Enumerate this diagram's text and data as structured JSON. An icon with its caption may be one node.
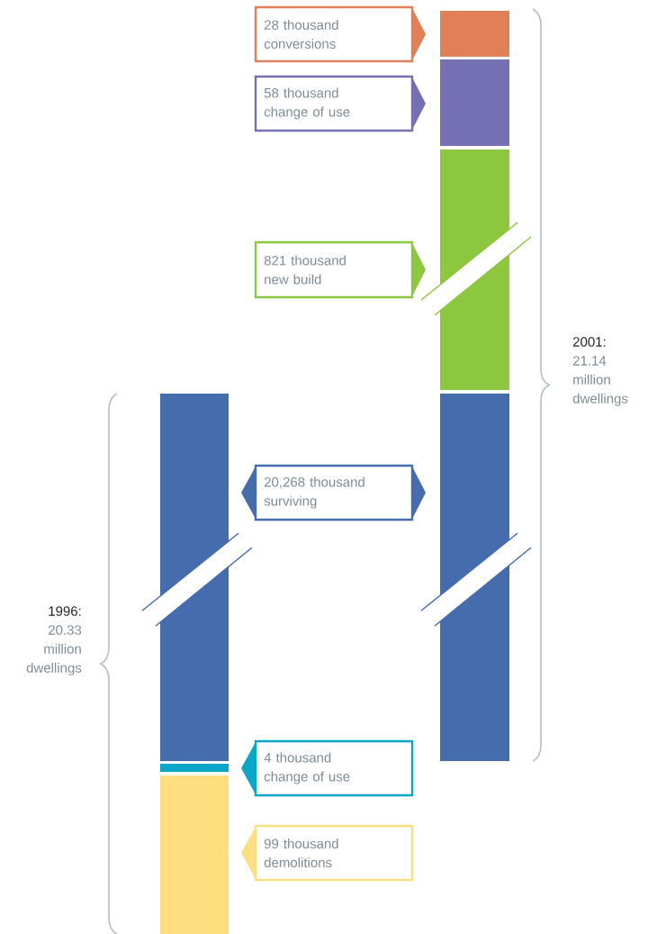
{
  "diagram": {
    "nodes": [
      {
        "text": [
          "28 thousand conversions"
        ]
      },
      {
        "text": [
          "58 thousand change of use"
        ]
      },
      {
        "text": [
          "821 thousand new build"
        ]
      },
      {
        "text": [
          "20,268 thousand surviving"
        ]
      },
      {
        "text": [
          "4 thousand change of use"
        ]
      },
      {
        "text": [
          "99 thousand demolitions"
        ]
      }
    ],
    "labels": [
      "2001:",
      "21.14 million dwellings",
      "1996:",
      "20.33 million dwellings"
    ]
  }
}
